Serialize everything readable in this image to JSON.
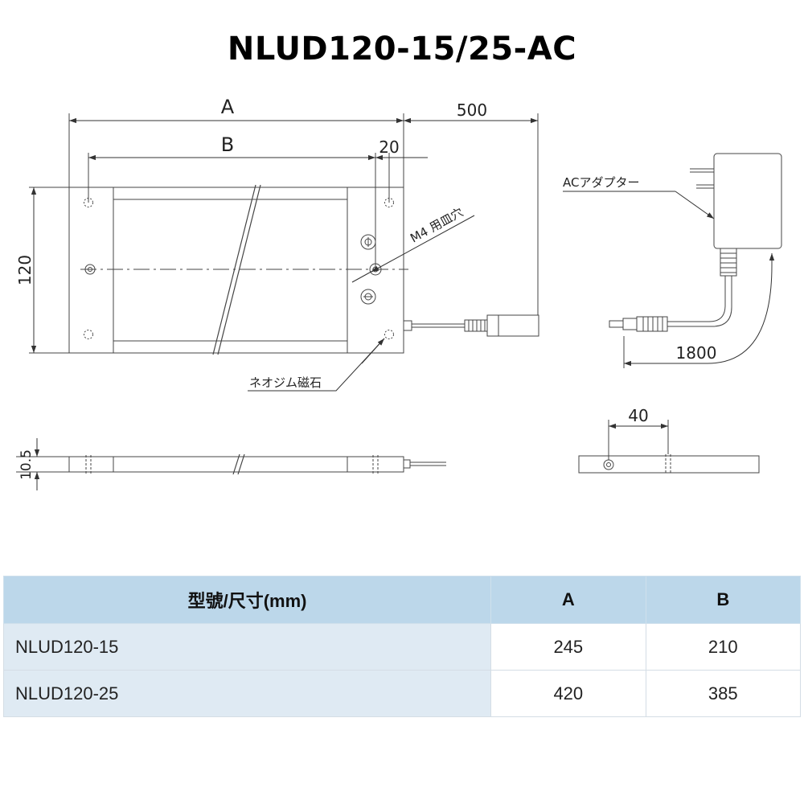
{
  "title": "NLUD120-15/25-AC",
  "drawing": {
    "dim_A": "A",
    "dim_B": "B",
    "dim_500": "500",
    "dim_20": "20",
    "dim_120": "120",
    "dim_10_5": "10.5",
    "dim_40": "40",
    "dim_1800": "1800",
    "label_m4": "M4 用皿穴",
    "label_magnet": "ネオジム磁石",
    "label_adapter": "ACアダプター"
  },
  "table": {
    "headers": [
      "型號/尺寸(mm)",
      "A",
      "B"
    ],
    "rows": [
      {
        "model": "NLUD120-15",
        "a": "245",
        "b": "210"
      },
      {
        "model": "NLUD120-25",
        "a": "420",
        "b": "385"
      }
    ]
  }
}
